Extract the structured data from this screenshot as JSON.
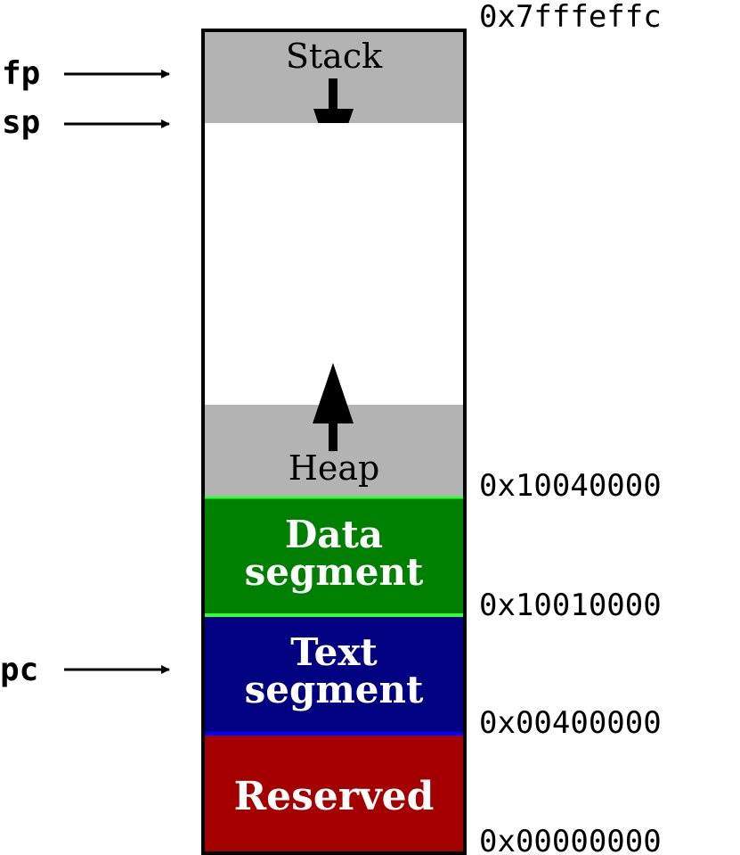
{
  "memory_map": {
    "stack": {
      "label": "Stack",
      "color": "#b3b3b3"
    },
    "heap": {
      "label": "Heap",
      "color": "#b3b3b3"
    },
    "data_segment": {
      "label_line1": "Data",
      "label_line2": "segment",
      "color": "#008000",
      "border_color": "#33ff33"
    },
    "text_segment": {
      "label_line1": "Text",
      "label_line2": "segment",
      "color": "#000080",
      "border_color": "#0000ff"
    },
    "reserved": {
      "label": "Reserved",
      "color": "#a50000"
    }
  },
  "addresses": {
    "top": "0x7fffeffc",
    "heap_start": "0x10040000",
    "data_start": "0x10010000",
    "text_start": "0x00400000",
    "bottom": "0x00000000"
  },
  "registers": {
    "fp": "fp",
    "sp": "sp",
    "pc": "pc"
  }
}
